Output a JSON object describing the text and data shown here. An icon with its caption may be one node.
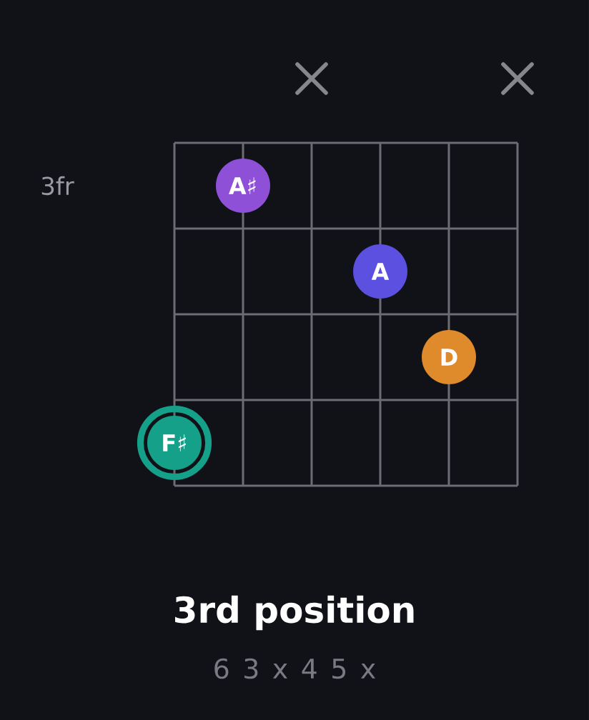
{
  "diagram": {
    "title": "3rd position",
    "caption": "6 3 x 4 5 x",
    "nodes": [
      {
        "text": [
          "A♯"
        ]
      },
      {
        "text": [
          "A"
        ]
      },
      {
        "text": [
          "D"
        ]
      },
      {
        "text": [
          "F♯"
        ]
      }
    ],
    "labels": [
      "3fr"
    ]
  }
}
